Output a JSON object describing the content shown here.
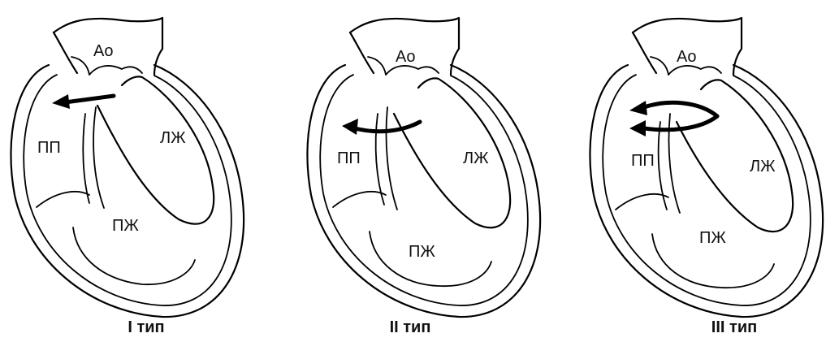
{
  "colors": {
    "line": "#000000",
    "background": "#ffffff"
  },
  "panels": [
    {
      "caption": "I тип",
      "labels": {
        "ao": "Ao",
        "ra": "ПП",
        "lv": "ЛЖ",
        "rv": "ПЖ"
      },
      "arrow_icon": "straight-left-arrow-icon"
    },
    {
      "caption": "II тип",
      "labels": {
        "ao": "Ao",
        "ra": "ПП",
        "lv": "ЛЖ",
        "rv": "ПЖ"
      },
      "arrow_icon": "curved-left-arrow-icon"
    },
    {
      "caption": "III тип",
      "labels": {
        "ao": "Ao",
        "ra": "ПП",
        "lv": "ЛЖ",
        "rv": "ПЖ"
      },
      "arrow_icon": "double-left-arrow-icon"
    }
  ]
}
